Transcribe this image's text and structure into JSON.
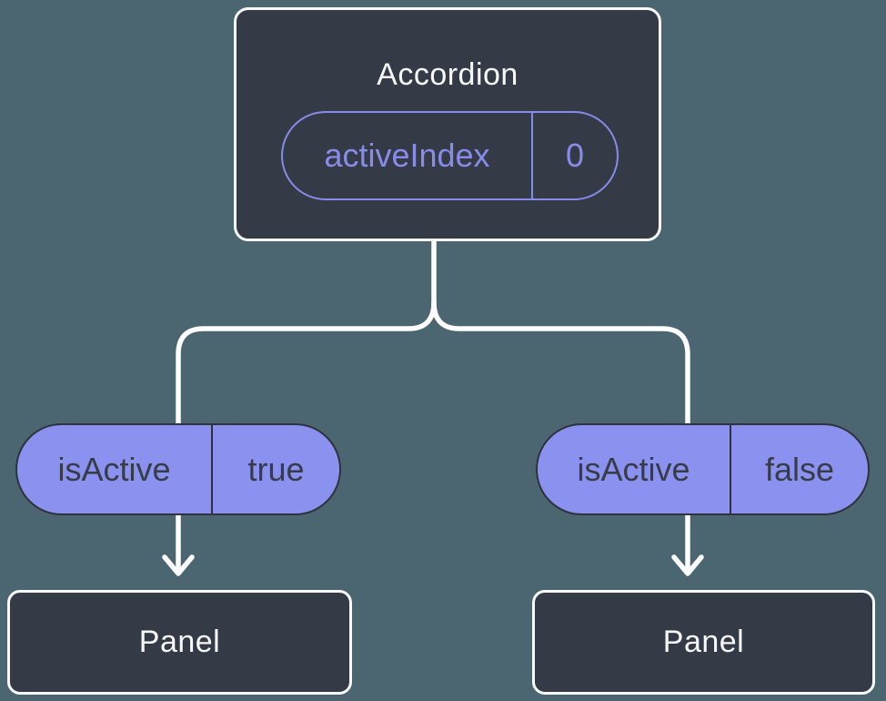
{
  "colors": {
    "background": "#4C6671",
    "node_fill": "#343A46",
    "node_border": "#F8F9FA",
    "node_text": "#F6F7F9",
    "state_accent": "#878CE8",
    "prop_fill": "#8B91EE",
    "prop_border": "#2E333D",
    "prop_text": "#363D49",
    "connector": "#FFFFFF"
  },
  "root_node": {
    "title": "Accordion",
    "state_pill": {
      "name": "activeIndex",
      "value": "0"
    }
  },
  "branches": [
    {
      "prop_pill": {
        "name": "isActive",
        "value": "true"
      },
      "child_node": {
        "title": "Panel"
      }
    },
    {
      "prop_pill": {
        "name": "isActive",
        "value": "false"
      },
      "child_node": {
        "title": "Panel"
      }
    }
  ]
}
